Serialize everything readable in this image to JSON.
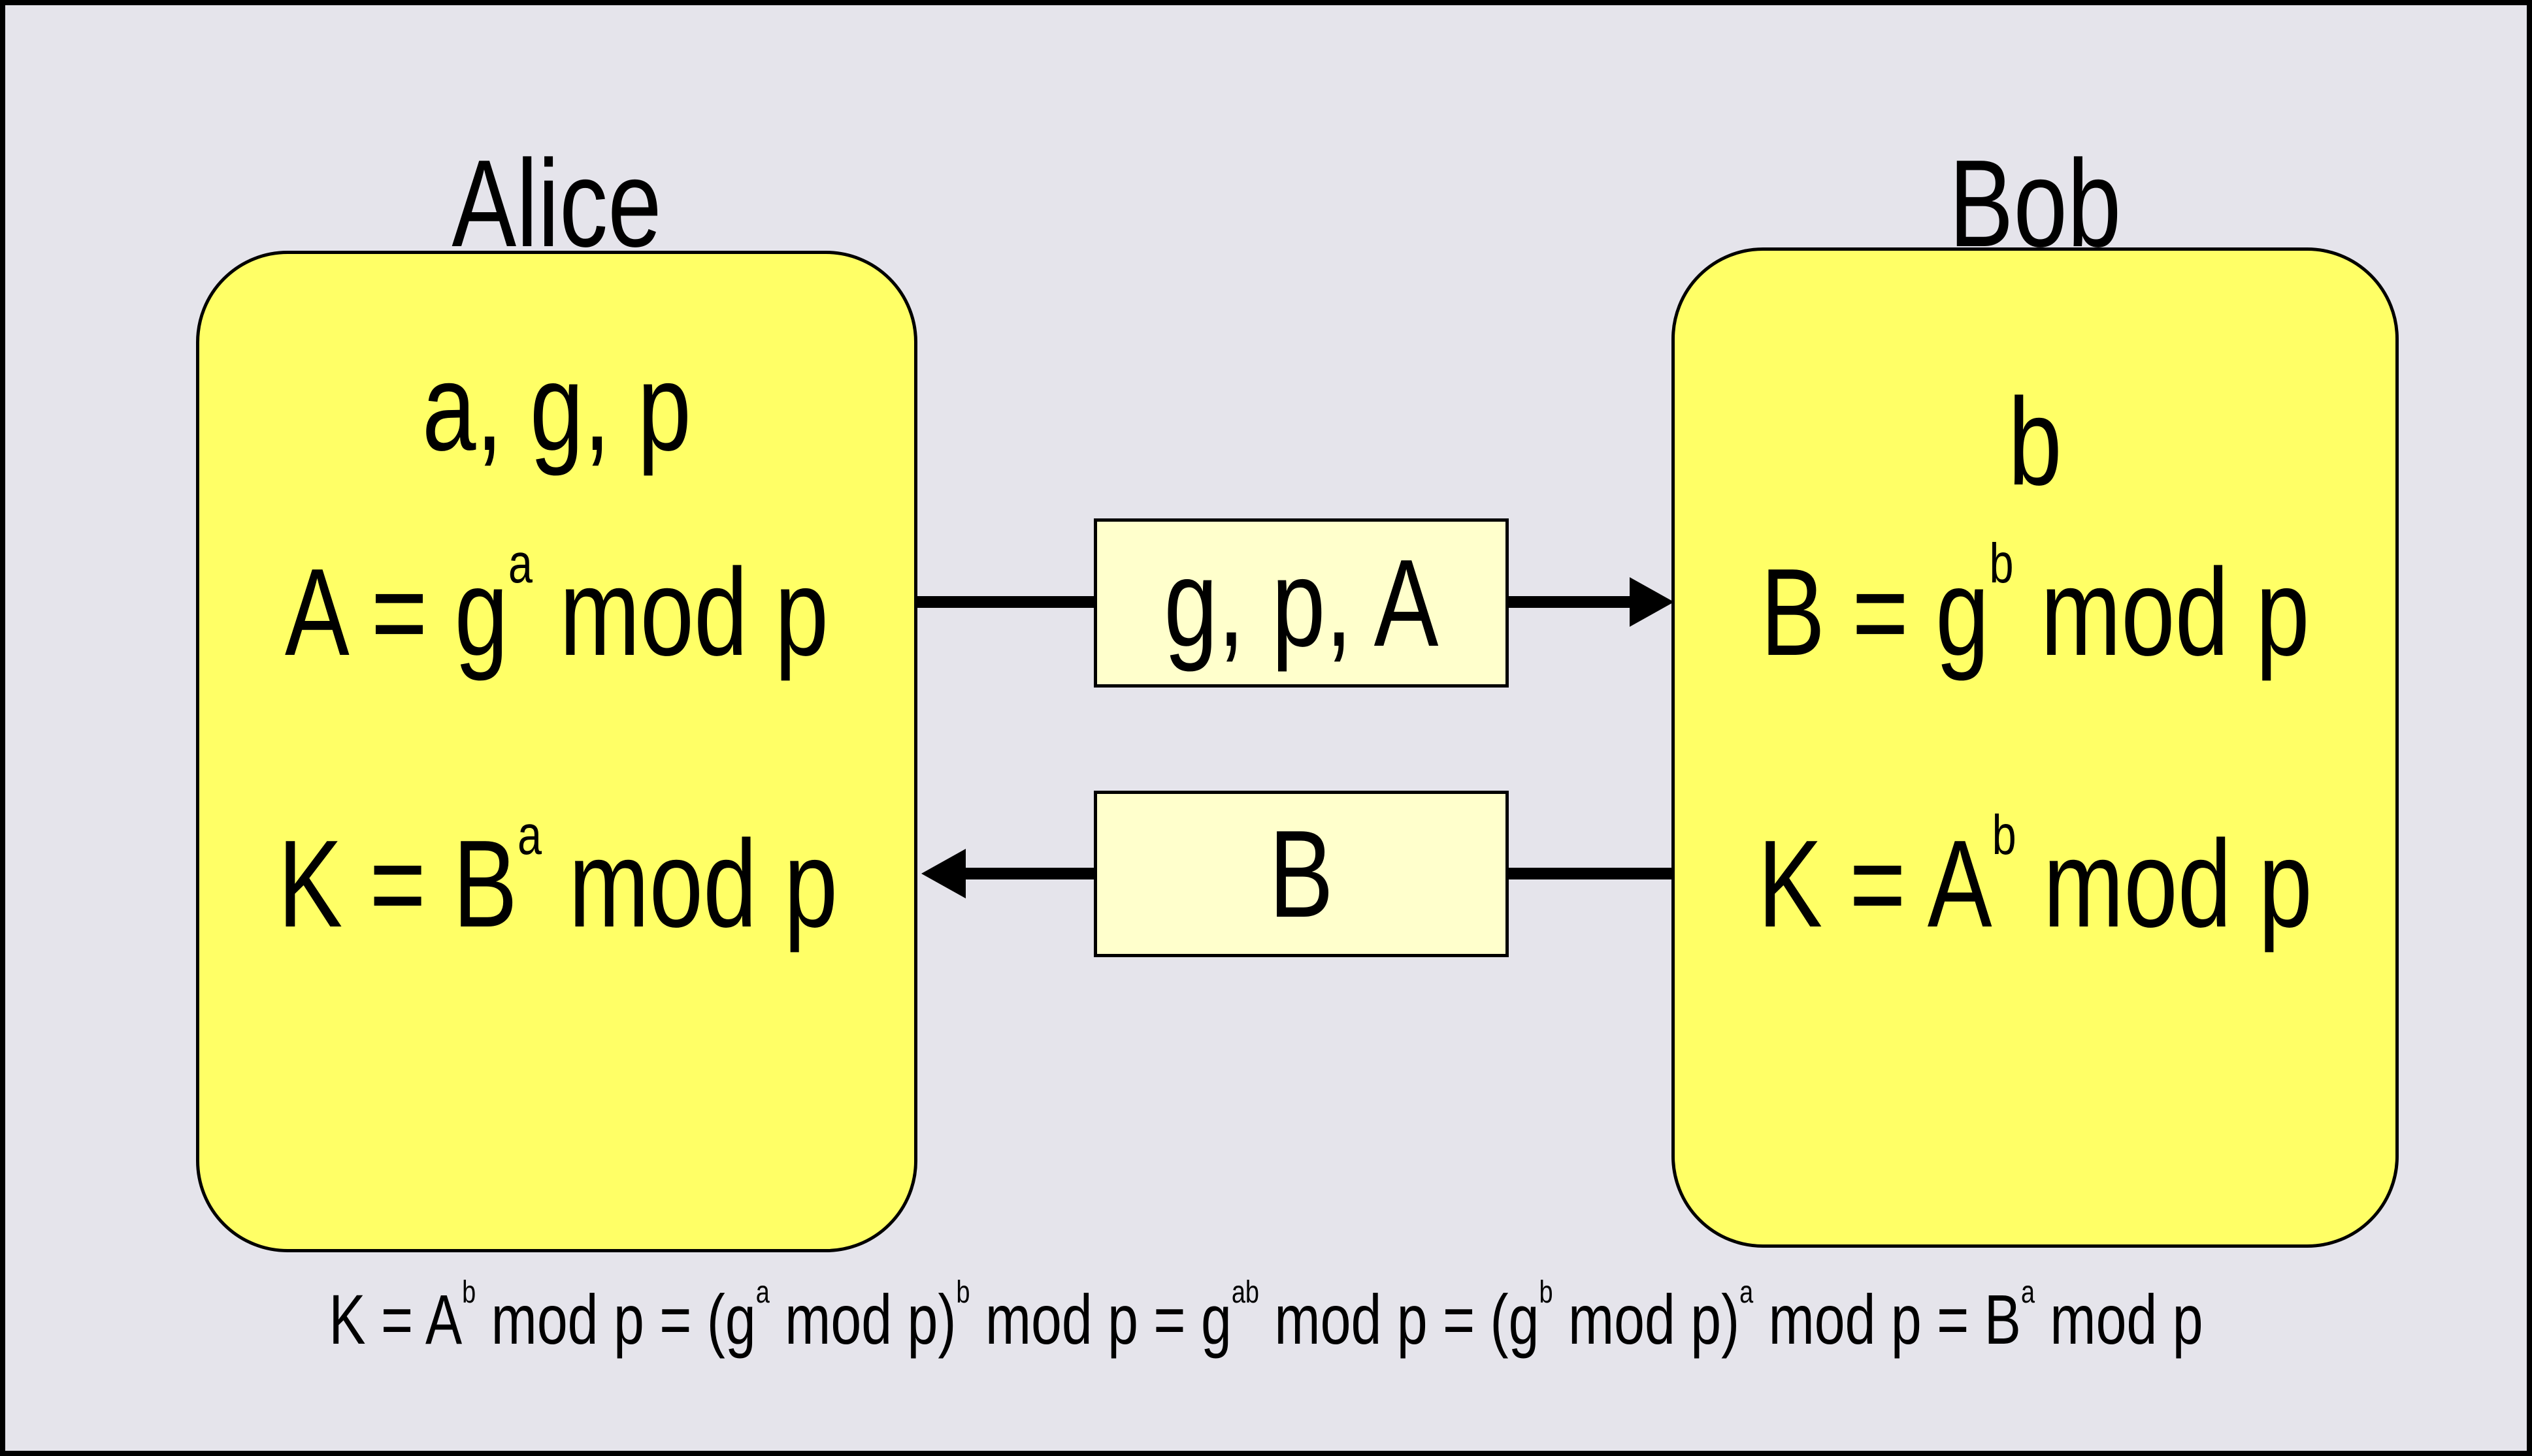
{
  "colors": {
    "background": "#E5E4EB",
    "party_box_fill": "#FFFF66",
    "message_box_fill": "#FFFFCC",
    "line_color": "#000000"
  },
  "alice": {
    "title": "Alice",
    "known": "a, g, p",
    "formula_public": [
      {
        "t": "A = g"
      },
      {
        "t": "a",
        "sup": true
      },
      {
        "t": " mod p"
      }
    ],
    "formula_key": [
      {
        "t": "K = B"
      },
      {
        "t": "a",
        "sup": true
      },
      {
        "t": " mod p"
      }
    ]
  },
  "bob": {
    "title": "Bob",
    "known": "b",
    "formula_public": [
      {
        "t": "B = g"
      },
      {
        "t": "b",
        "sup": true
      },
      {
        "t": " mod p"
      }
    ],
    "formula_key": [
      {
        "t": "K = A"
      },
      {
        "t": "b",
        "sup": true
      },
      {
        "t": " mod p"
      }
    ]
  },
  "messages": {
    "first": "g, p, A",
    "second": "B"
  },
  "bottom_formula": {
    "segments": [
      {
        "t": "K = A"
      },
      {
        "t": "b",
        "sup": true
      },
      {
        "t": " mod p = (g"
      },
      {
        "t": "a",
        "sup": true
      },
      {
        "t": " mod p)"
      },
      {
        "t": "b",
        "sup": true
      },
      {
        "t": " mod p = g"
      },
      {
        "t": "ab",
        "sup": true
      },
      {
        "t": " mod p = (g"
      },
      {
        "t": "b",
        "sup": true
      },
      {
        "t": " mod p)"
      },
      {
        "t": "a",
        "sup": true
      },
      {
        "t": " mod p = B"
      },
      {
        "t": "a",
        "sup": true
      },
      {
        "t": " mod p"
      }
    ]
  }
}
